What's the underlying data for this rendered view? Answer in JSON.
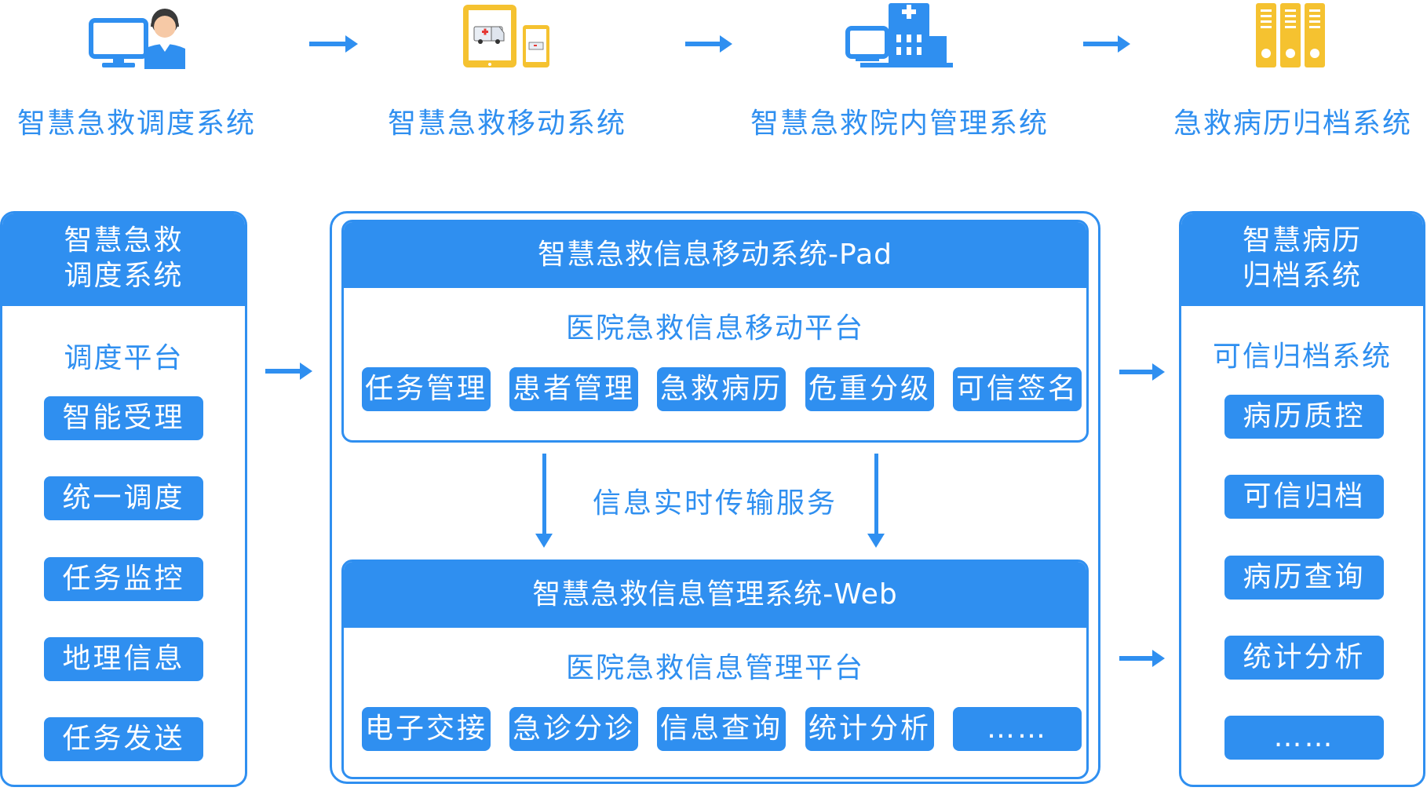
{
  "top_flow": [
    {
      "label": "智慧急救调度系统",
      "icon": "dispatcher-computer-icon"
    },
    {
      "label": "智慧急救移动系统",
      "icon": "tablet-ambulance-icon"
    },
    {
      "label": "智慧急救院内管理系统",
      "icon": "hospital-building-icon"
    },
    {
      "label": "急救病历归档系统",
      "icon": "archive-binders-icon"
    }
  ],
  "left_panel": {
    "title_line1": "智慧急救",
    "title_line2": "调度系统",
    "subtitle": "调度平台",
    "items": [
      "智能受理",
      "统一调度",
      "任务监控",
      "地理信息",
      "任务发送"
    ]
  },
  "center": {
    "pad": {
      "title": "智慧急救信息移动系统-Pad",
      "subtitle": "医院急救信息移动平台",
      "items": [
        "任务管理",
        "患者管理",
        "急救病历",
        "危重分级",
        "可信签名"
      ]
    },
    "middle_label": "信息实时传输服务",
    "web": {
      "title": "智慧急救信息管理系统-Web",
      "subtitle": "医院急救信息管理平台",
      "items": [
        "电子交接",
        "急诊分诊",
        "信息查询",
        "统计分析",
        "……"
      ]
    }
  },
  "right_panel": {
    "title_line1": "智慧病历",
    "title_line2": "归档系统",
    "subtitle": "可信归档系统",
    "items": [
      "病历质控",
      "可信归档",
      "病历查询",
      "统计分析",
      "……"
    ]
  },
  "colors": {
    "primary": "#2f8ff0",
    "gold": "#f5c230",
    "white": "#ffffff"
  }
}
